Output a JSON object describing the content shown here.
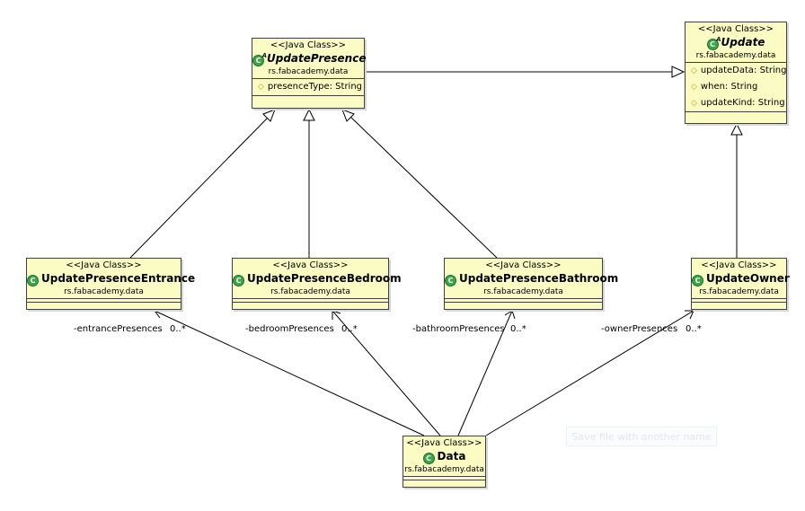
{
  "stereotype": "<<Java Class>>",
  "package": "rs.fabacademy.data",
  "class_icon": "class-c-icon",
  "classes": {
    "update_presence": {
      "name": "UpdatePresence",
      "abstract": true,
      "attributes": [
        "presenceType: String"
      ]
    },
    "update": {
      "name": "Update",
      "abstract": true,
      "attributes": [
        "updateData: String",
        "when: String",
        "updateKind: String"
      ]
    },
    "entrance": {
      "name": "UpdatePresenceEntrance"
    },
    "bedroom": {
      "name": "UpdatePresenceBedroom"
    },
    "bathroom": {
      "name": "UpdatePresenceBathroom"
    },
    "owner": {
      "name": "UpdateOwner"
    },
    "data": {
      "name": "Data"
    }
  },
  "associations": {
    "entrance": {
      "role": "-entrancePresences",
      "multiplicity": "0..*"
    },
    "bedroom": {
      "role": "-bedroomPresences",
      "multiplicity": "0..*"
    },
    "bathroom": {
      "role": "-bathroomPresences",
      "multiplicity": "0..*"
    },
    "owner": {
      "role": "-ownerPresences",
      "multiplicity": "0..*"
    }
  },
  "ghost_tooltip": "Save file with another name"
}
